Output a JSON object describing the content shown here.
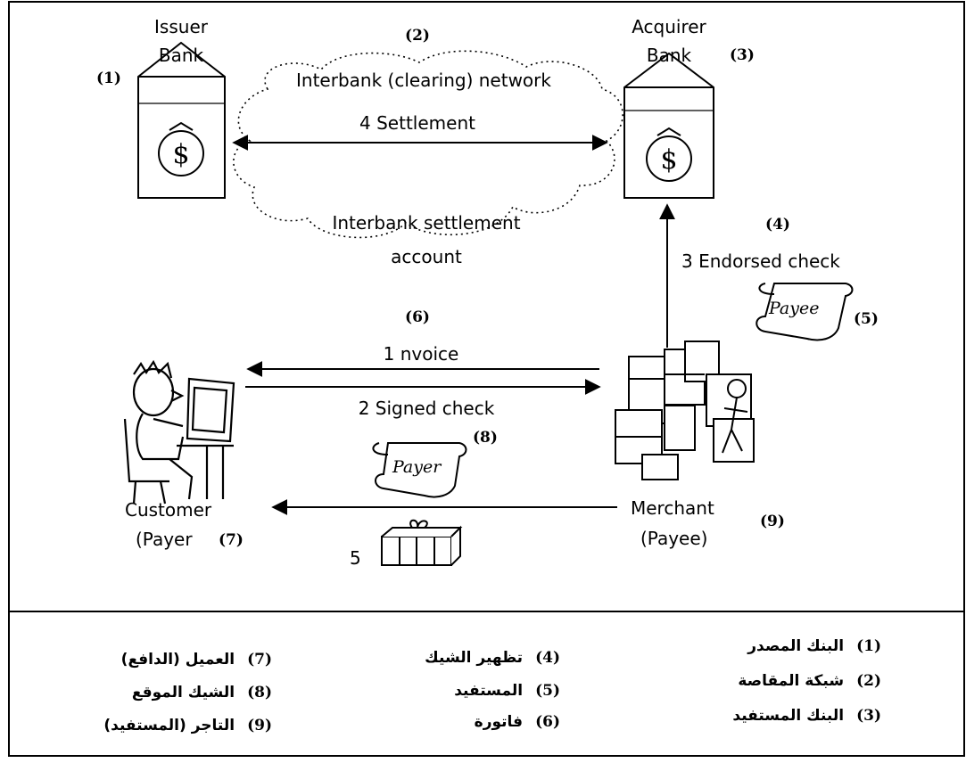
{
  "nodes": {
    "issuer_bank": {
      "line1": "Issuer",
      "line2": "Bank",
      "num": "(1)"
    },
    "network": {
      "num": "(2)",
      "label": "Interbank (clearing) network",
      "settlement": "4 Settlement",
      "account_line1": "Interbank settlement",
      "account_line2": "account"
    },
    "acquirer_bank": {
      "line1": "Acquirer",
      "line2": "Bank",
      "num": "(3)"
    },
    "endorsed": {
      "num": "(4)",
      "label": "3 Endorsed check"
    },
    "payee_scroll": {
      "text": "Payee",
      "num": "(5)"
    },
    "invoice": {
      "num": "(6)",
      "label": "1 nvoice"
    },
    "signed_check": {
      "label": "2 Signed check",
      "num": "(8)"
    },
    "payer_scroll": {
      "text": "Payer"
    },
    "customer": {
      "line1": "Customer",
      "line2": "(Payer",
      "num": "(7)"
    },
    "merchant": {
      "line1": "Merchant",
      "line2": "(Payee)",
      "num": "(9)"
    },
    "goods": {
      "label": "5"
    }
  },
  "legend": {
    "col1": [
      {
        "num": "(1)",
        "text": "البنك المصدر"
      },
      {
        "num": "(2)",
        "text": "شبكة المقاصة"
      },
      {
        "num": "(3)",
        "text": "البنك المستفيد"
      }
    ],
    "col2": [
      {
        "num": "(4)",
        "text": "تظهير الشيك"
      },
      {
        "num": "(5)",
        "text": "المستفيد"
      },
      {
        "num": "(6)",
        "text": "فاتورة"
      }
    ],
    "col3": [
      {
        "num": "(7)",
        "text": "العميل (الدافع)"
      },
      {
        "num": "(8)",
        "text": "الشيك الموقع"
      },
      {
        "num": "(9)",
        "text": "التاجر (المستفيد)"
      }
    ]
  }
}
